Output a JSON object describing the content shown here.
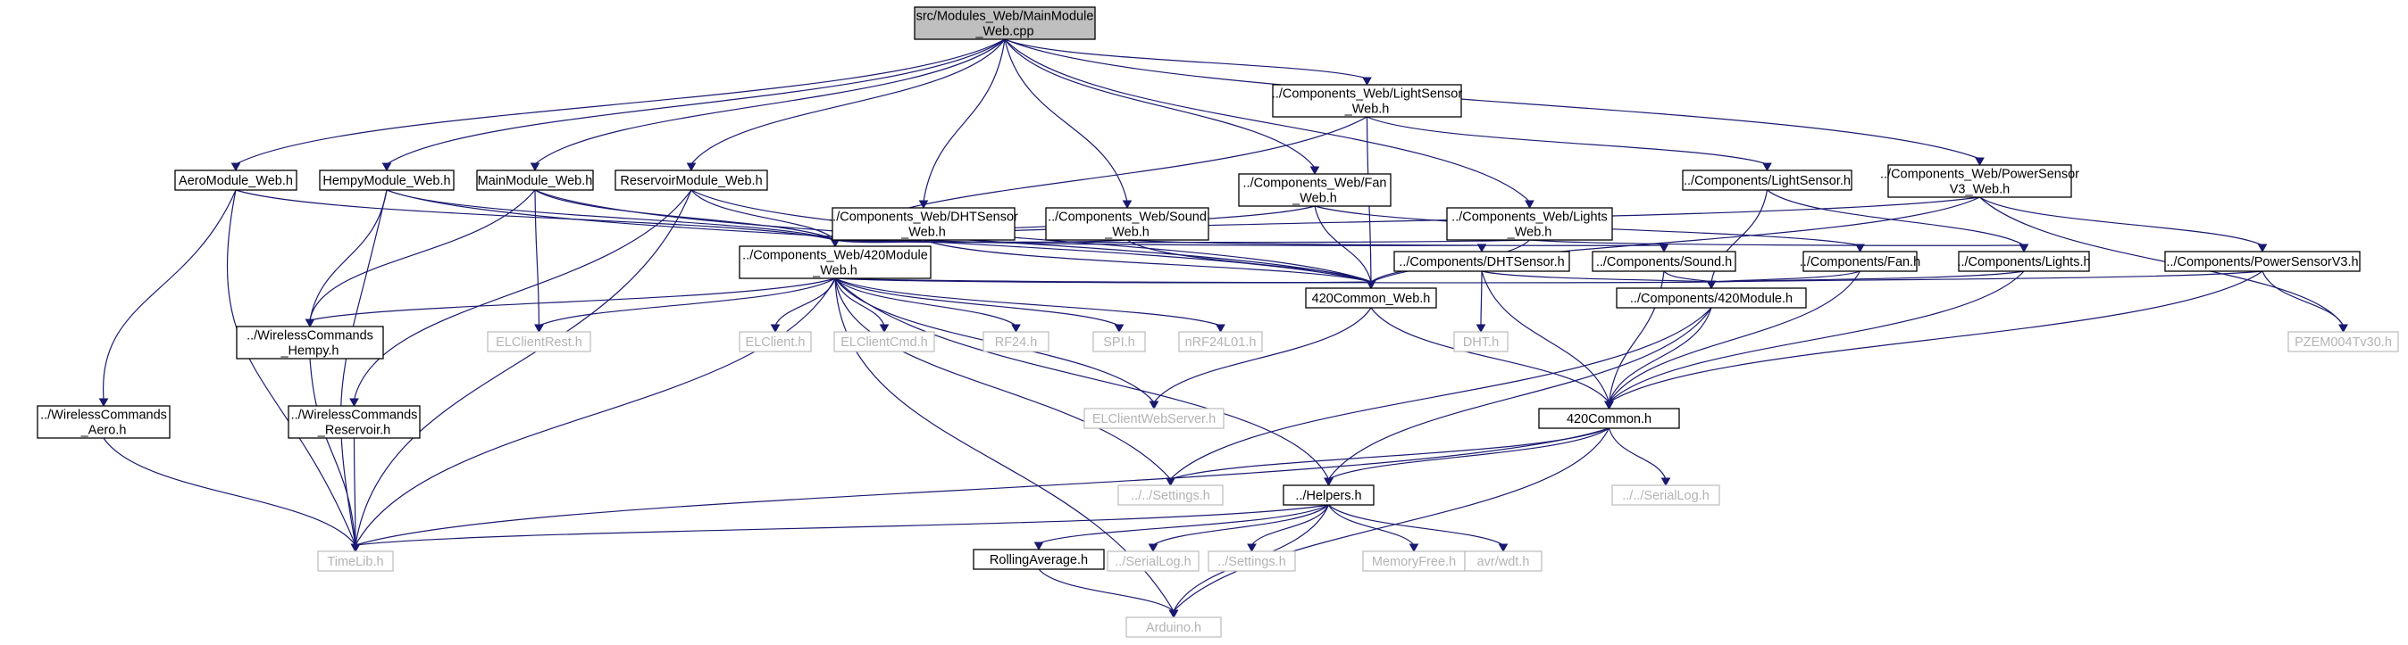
{
  "colors": {
    "edge": "#191970",
    "node_border": "#000000",
    "external_border": "#bfbfbf",
    "external_text": "#b3b3b3",
    "root_fill": "#bfbfbf",
    "background": "#ffffff"
  },
  "nodes": {
    "root": [
      "src/Modules_Web/MainModule",
      "_Web.cpp"
    ],
    "aero_web": [
      "AeroModule_Web.h"
    ],
    "hempy_web": [
      "HempyModule_Web.h"
    ],
    "main_web": [
      "MainModule_Web.h"
    ],
    "reservoir_web": [
      "ReservoirModule_Web.h"
    ],
    "dht_web": [
      "../Components_Web/DHTSensor",
      "_Web.h"
    ],
    "sound_web": [
      "../Components_Web/Sound",
      "_Web.h"
    ],
    "fan_web": [
      "../Components_Web/Fan",
      "_Web.h"
    ],
    "lightsensor_web": [
      "../Components_Web/LightSensor",
      "_Web.h"
    ],
    "lights_web": [
      "../Components_Web/Lights",
      "_Web.h"
    ],
    "powersensor_web": [
      "../Components_Web/PowerSensor",
      "V3_Web.h"
    ],
    "m420_web": [
      "../Components_Web/420Module",
      "_Web.h"
    ],
    "lightsensor": [
      "../Components/LightSensor.h"
    ],
    "dhtsensor": [
      "../Components/DHTSensor.h"
    ],
    "sound": [
      "../Components/Sound.h"
    ],
    "fan": [
      "../Components/Fan.h"
    ],
    "lights": [
      "../Components/Lights.h"
    ],
    "powersensorv3": [
      "../Components/PowerSensorV3.h"
    ],
    "wc_hempy": [
      "../WirelessCommands",
      "_Hempy.h"
    ],
    "wc_aero": [
      "../WirelessCommands",
      "_Aero.h"
    ],
    "wc_reservoir": [
      "../WirelessCommands",
      "_Reservoir.h"
    ],
    "elclientrest": [
      "ELClientRest.h"
    ],
    "elclient": [
      "ELClient.h"
    ],
    "elclientcmd": [
      "ELClientCmd.h"
    ],
    "rf24": [
      "RF24.h"
    ],
    "spi": [
      "SPI.h"
    ],
    "nrf24l01": [
      "nRF24L01.h"
    ],
    "common420_web": [
      "420Common_Web.h"
    ],
    "dht": [
      "DHT.h"
    ],
    "m420": [
      "../Components/420Module.h"
    ],
    "pzem": [
      "PZEM004Tv30.h"
    ],
    "elclientwebserver": [
      "ELClientWebServer.h"
    ],
    "common420": [
      "420Common.h"
    ],
    "settings_up": [
      "../../Settings.h"
    ],
    "seriallog_up": [
      "../../SerialLog.h"
    ],
    "helpers": [
      "../Helpers.h"
    ],
    "timelib": [
      "TimeLib.h"
    ],
    "rollingavg": [
      "RollingAverage.h"
    ],
    "seriallog": [
      "../SerialLog.h"
    ],
    "settings": [
      "../Settings.h"
    ],
    "memoryfree": [
      "MemoryFree.h"
    ],
    "avrwdt": [
      "avr/wdt.h"
    ],
    "arduino": [
      "Arduino.h"
    ]
  }
}
